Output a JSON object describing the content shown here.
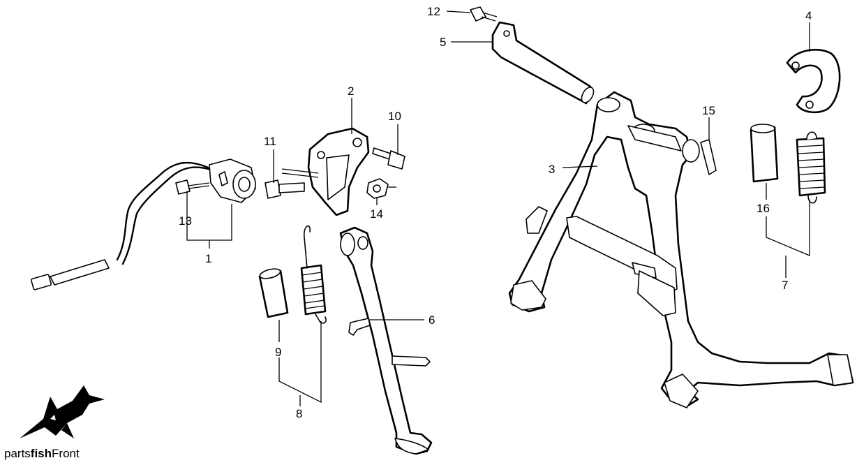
{
  "diagram": {
    "labels": {
      "l1": "1",
      "l2": "2",
      "l3": "3",
      "l4": "4",
      "l5": "5",
      "l6": "6",
      "l7": "7",
      "l8": "8",
      "l9": "9",
      "l10": "10",
      "l11": "11",
      "l12": "12",
      "l13": "13",
      "l14": "14",
      "l15": "15",
      "l16": "16"
    }
  },
  "brand": {
    "prefix": "parts",
    "bold": "fish",
    "suffix": "Front"
  }
}
